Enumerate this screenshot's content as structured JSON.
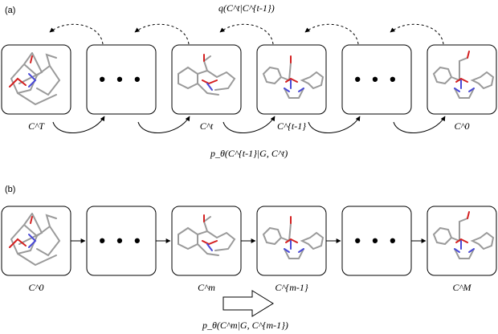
{
  "panel_a": {
    "label": "(a)",
    "forward_label": "q(C^t|C^{t-1})",
    "reverse_label": "p_θ(C^{t-1}|G, C^t)",
    "boxes": [
      {
        "kind": "molecule",
        "state": "noisy",
        "caption": "C^T"
      },
      {
        "kind": "ellipsis",
        "text": "• • •",
        "caption": ""
      },
      {
        "kind": "molecule",
        "state": "partial",
        "caption": "C^t"
      },
      {
        "kind": "molecule",
        "state": "clean",
        "caption": "C^{t-1}"
      },
      {
        "kind": "ellipsis",
        "text": "• • •",
        "caption": ""
      },
      {
        "kind": "molecule",
        "state": "final",
        "caption": "C^0"
      }
    ]
  },
  "panel_b": {
    "label": "(b)",
    "step_label": "p_θ(C^m|G, C^{m-1})",
    "boxes": [
      {
        "kind": "molecule",
        "state": "noisy",
        "caption": "C^0"
      },
      {
        "kind": "ellipsis",
        "text": "• • •",
        "caption": ""
      },
      {
        "kind": "molecule",
        "state": "partial",
        "caption": "C^m"
      },
      {
        "kind": "molecule",
        "state": "clean",
        "caption": "C^{m-1}"
      },
      {
        "kind": "ellipsis",
        "text": "• • •",
        "caption": ""
      },
      {
        "kind": "molecule",
        "state": "final",
        "caption": "C^M"
      }
    ]
  },
  "colors": {
    "bond_gray": "#9a9a9a",
    "oxygen_red": "#d42020",
    "nitrogen_blue": "#4a4ad8",
    "arrow": "#000000"
  }
}
